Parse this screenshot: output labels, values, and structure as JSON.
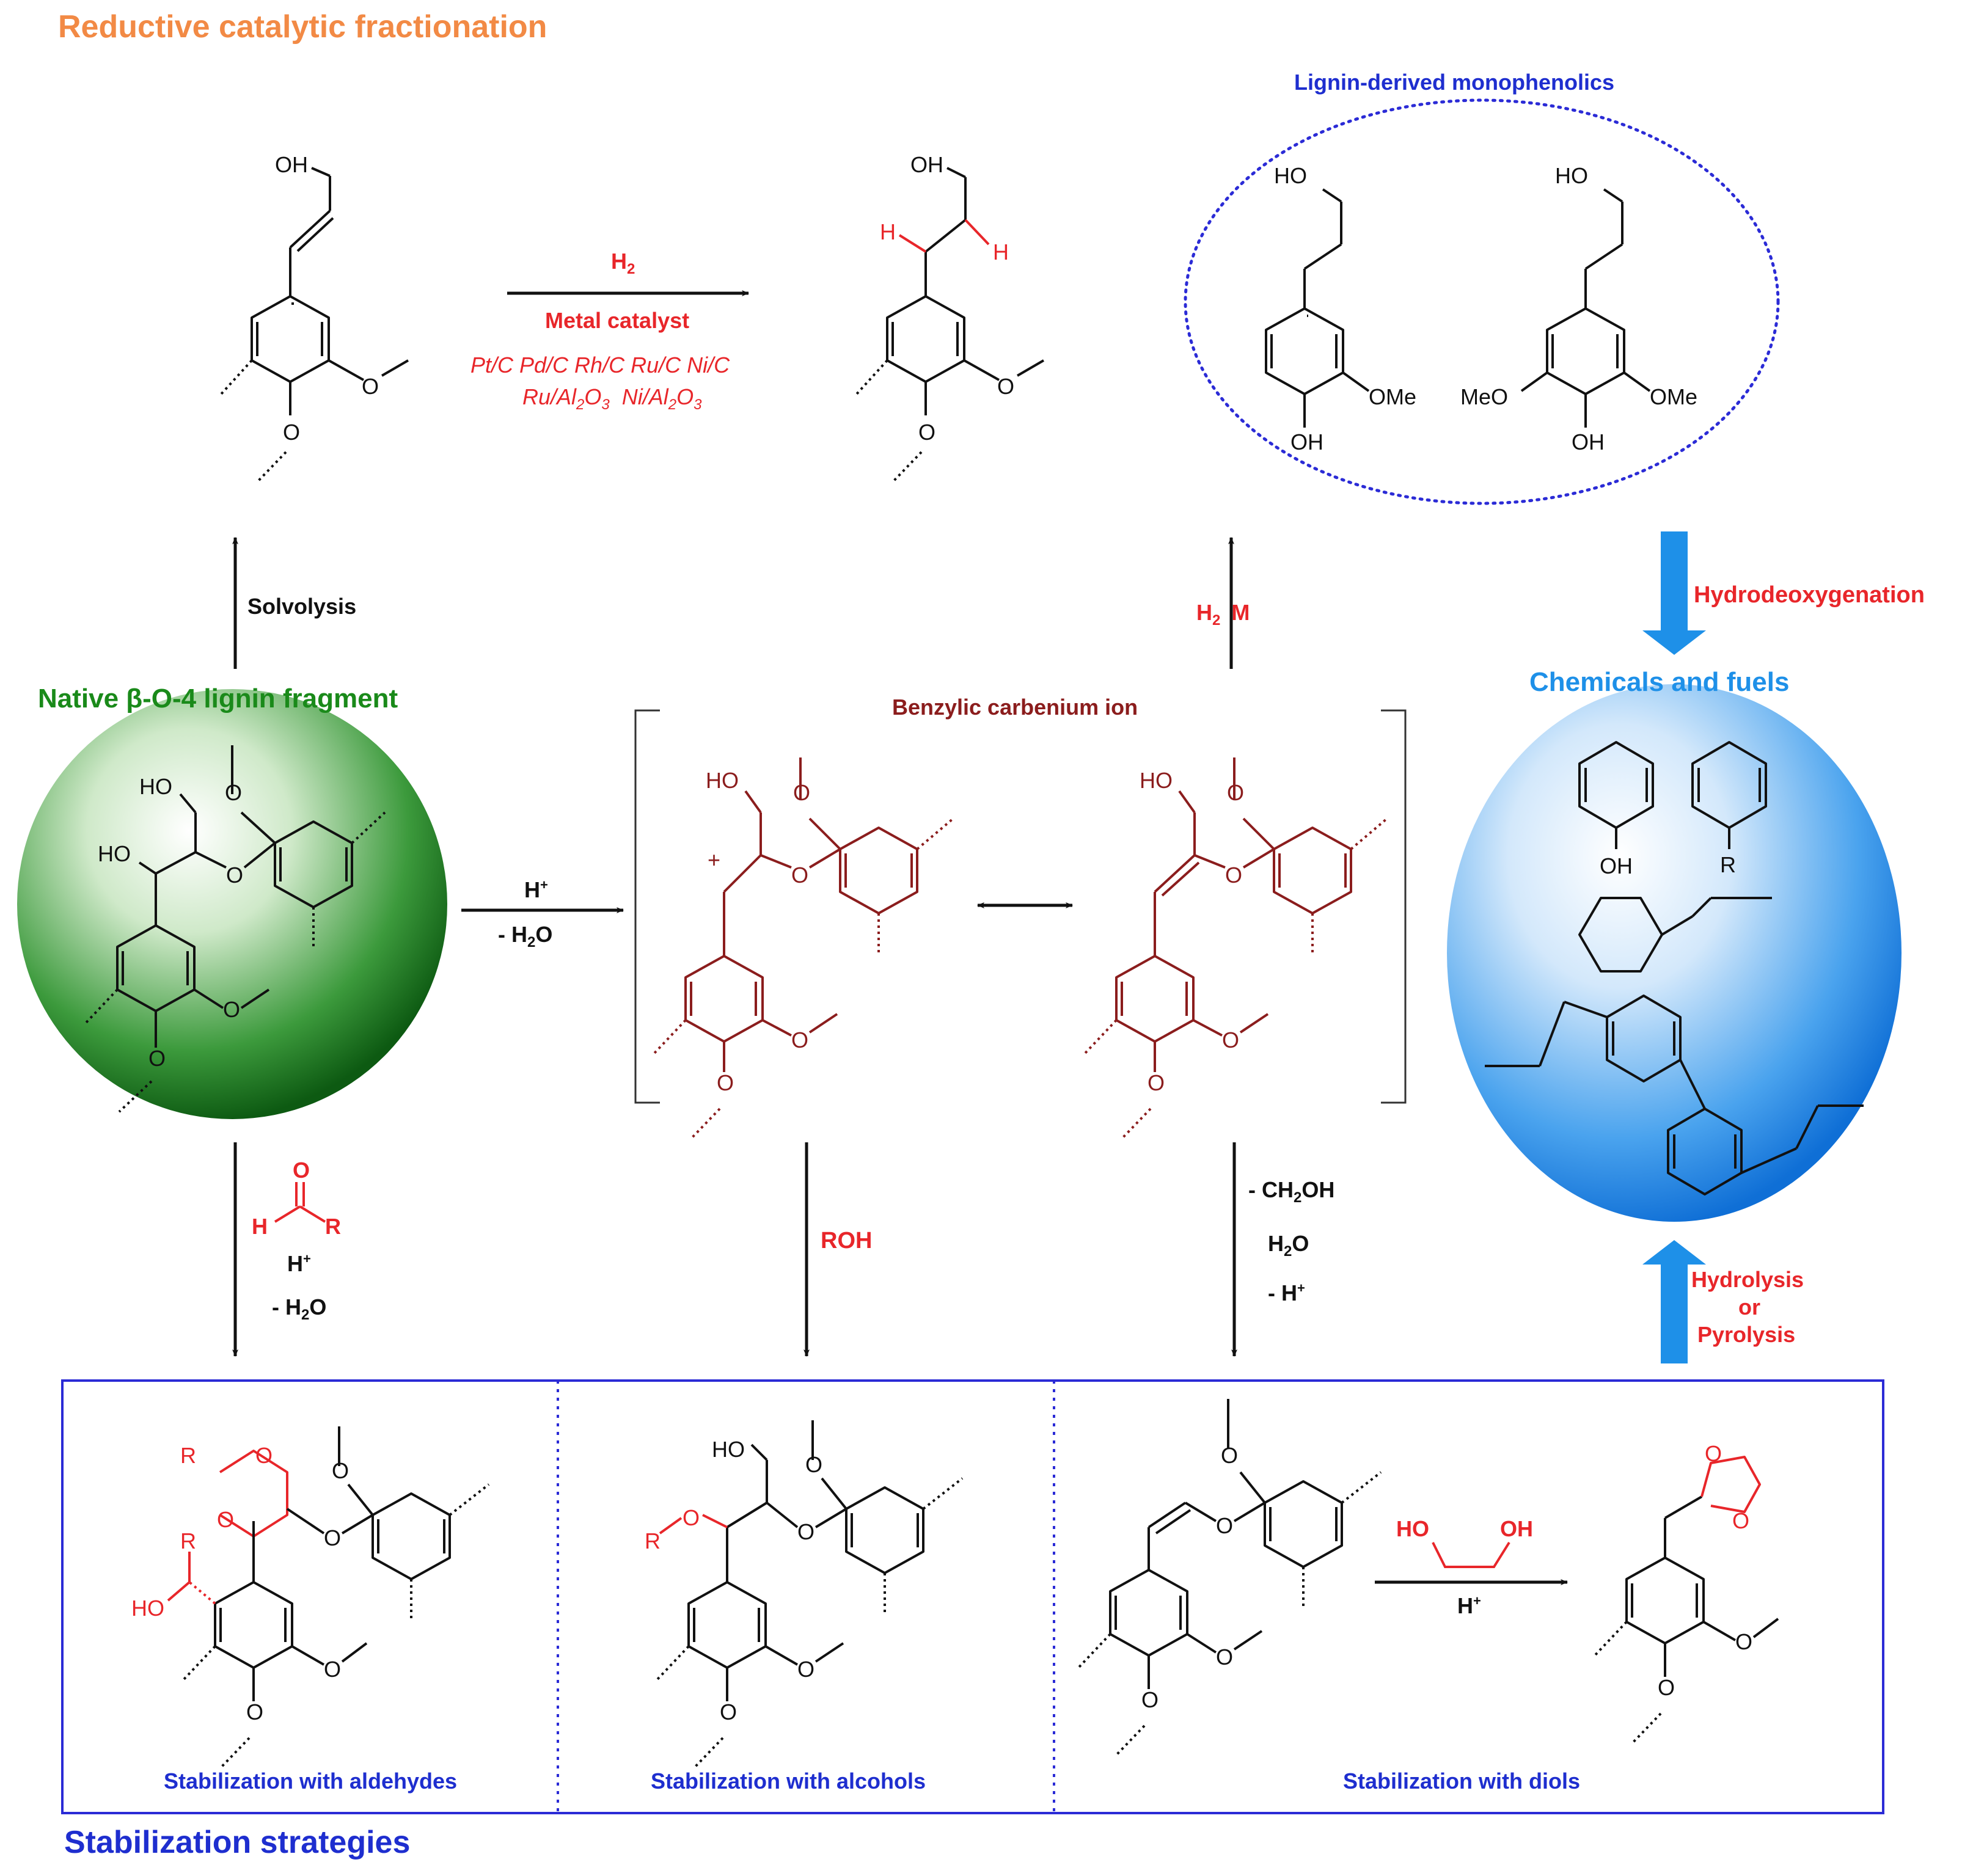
{
  "colors": {
    "orange": "#f28a45",
    "green": "#1a8a1a",
    "red": "#e8262a",
    "dark_red": "#8b1d1d",
    "blue": "#1e2ecf",
    "sky": "#1e90e8",
    "black": "#111111"
  },
  "sections": {
    "rcf_title": "Reductive catalytic fractionation",
    "stabilization_title": "Stabilization strategies",
    "native_title": "Native β-O-4 lignin fragment",
    "monophenolics_title": "Lignin-derived monophenolics",
    "chemicals_title": "Chemicals and fuels",
    "carbenium_title": "Benzylic carbenium ion"
  },
  "arrows": {
    "solvolysis": "Solvolysis",
    "h2": "H",
    "h2_sub": "2",
    "metal_catalyst": "Metal catalyst",
    "catalysts_line1": "Pt/C  Pd/C  Rh/C  Ru/C  Ni/C",
    "catalysts_line2": "Ru/Al",
    "catalysts_line2_sub": "2",
    "catalysts_line2_b": "O",
    "catalysts_line2_sub2": "3",
    "catalysts_line2_c": "  Ni/Al",
    "catalysts_line2_sub3": "2",
    "catalysts_line2_d": "O",
    "catalysts_line2_sub4": "3",
    "h2_m": "H",
    "h2_m_sub": "2",
    "h2_m_b": "M",
    "hydrodeoxygenation": "Hydrodeoxygenation",
    "h_plus": "H",
    "plus": "+",
    "minus_h2o": "- H",
    "minus_h2o_sub": "2",
    "minus_h2o_b": "O",
    "roh": "ROH",
    "minus_ch2oh": "- CH",
    "minus_ch2oh_sub": "2",
    "minus_ch2oh_b": "OH",
    "h2o": "H",
    "h2o_sub": "2",
    "h2o_b": "O",
    "minus_h_plus": "- H",
    "hydrolysis": "Hydrolysis",
    "or": "or",
    "pyrolysis": "Pyrolysis"
  },
  "panels": {
    "aldehydes": "Stabilization with aldehydes",
    "alcohols": "Stabilization with alcohols",
    "diols": "Stabilization with diols"
  },
  "atoms": {
    "OH": "OH",
    "HO": "HO",
    "O": "O",
    "H": "H",
    "R": "R",
    "OMe": "OMe",
    "MeO": "MeO",
    "plus": "+"
  }
}
